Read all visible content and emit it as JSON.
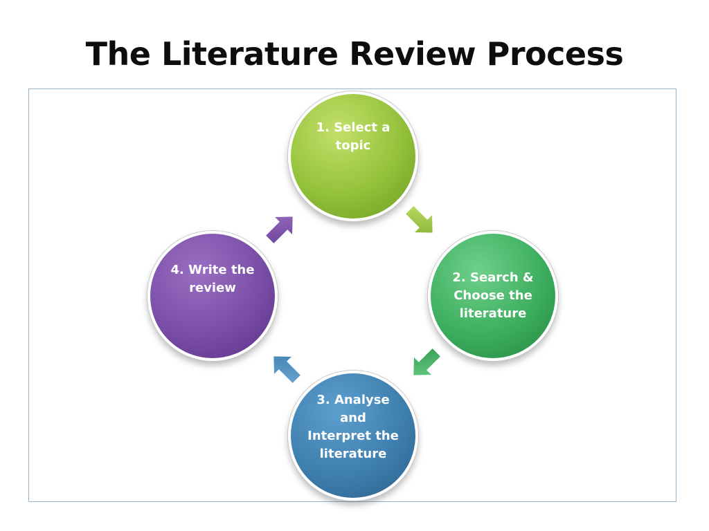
{
  "title": "The Literature Review Process",
  "colors": {
    "step1": "#93c13a",
    "step2": "#3dae5f",
    "step3": "#3f7fae",
    "step4": "#7a4ea6",
    "frame_border": "#9ab4cc"
  },
  "steps": [
    {
      "label": "1. Select a\ntopic"
    },
    {
      "label": "2. Search &\nChoose the\nliterature"
    },
    {
      "label": "3. Analyse\nand\nInterpret the\nliterature"
    },
    {
      "label": "4. Write the\nreview"
    }
  ],
  "connectors": [
    {
      "from": "1. Select a topic",
      "to": "2. Search & Choose the literature",
      "icon": "arrow-down-right-icon"
    },
    {
      "from": "2. Search & Choose the literature",
      "to": "3. Analyse and Interpret the literature",
      "icon": "arrow-down-left-icon"
    },
    {
      "from": "3. Analyse and Interpret the literature",
      "to": "4. Write the review",
      "icon": "arrow-up-left-icon"
    },
    {
      "from": "4. Write the review",
      "to": "1. Select a topic",
      "icon": "arrow-up-right-icon"
    }
  ]
}
